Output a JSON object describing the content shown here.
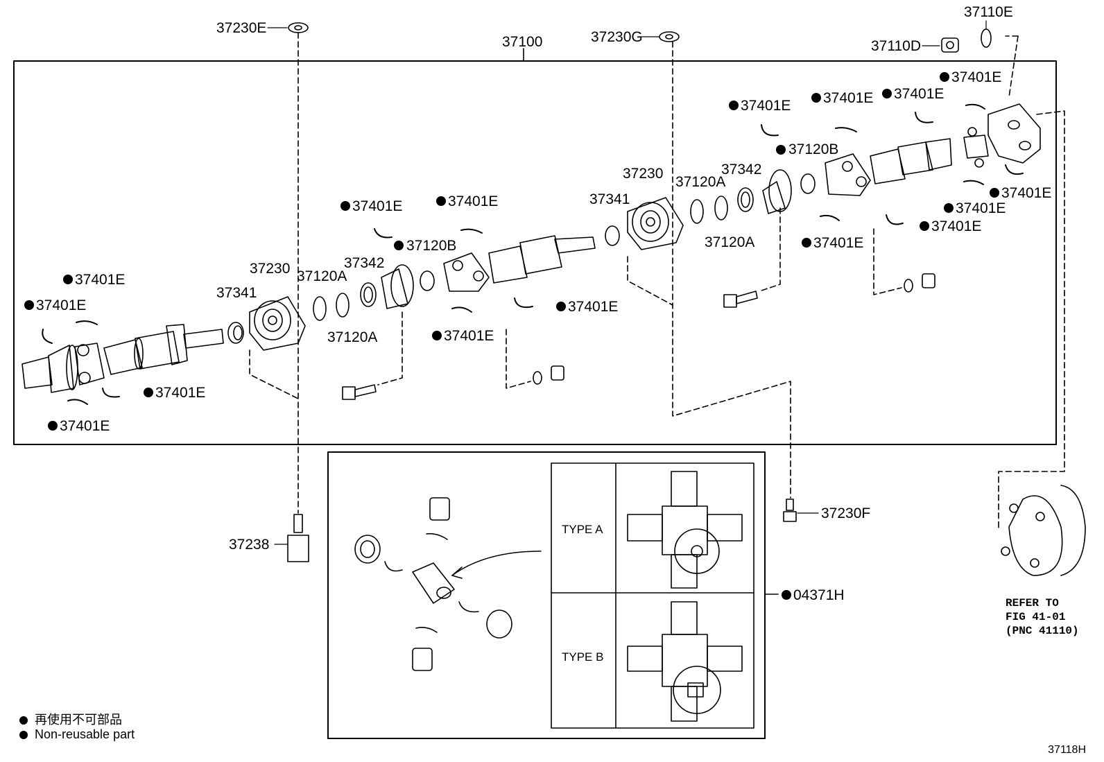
{
  "labels": {
    "assembly": "37100",
    "washer_top_left": "37230E",
    "washer_top_mid": "37230G",
    "nut_top_right": "37110D",
    "washer_top_right": "37110E",
    "bearing_left": "37230",
    "bearing_right": "37230",
    "cushion_left": "37341",
    "cushion_right": "37341",
    "spacer_left": "37342",
    "spacer_right": "37342",
    "ring_a1": "37120A",
    "ring_a2": "37120A",
    "ring_a3": "37120A",
    "ring_a4": "37120A",
    "ring_b1": "37120B",
    "ring_b2": "37120B",
    "snap_ring": "37401E",
    "bolt_stud": "37238",
    "bolt_f": "37230F",
    "spider_kit": "04371H",
    "type_a": "TYPE A",
    "type_b": "TYPE B",
    "refer_1": "REFER TO",
    "refer_2": "FIG 41-01",
    "refer_3": "(PNC 41110)"
  },
  "legend": {
    "jp": "再使用不可部品",
    "en": "Non-reusable part"
  },
  "figure_id": "37118H"
}
